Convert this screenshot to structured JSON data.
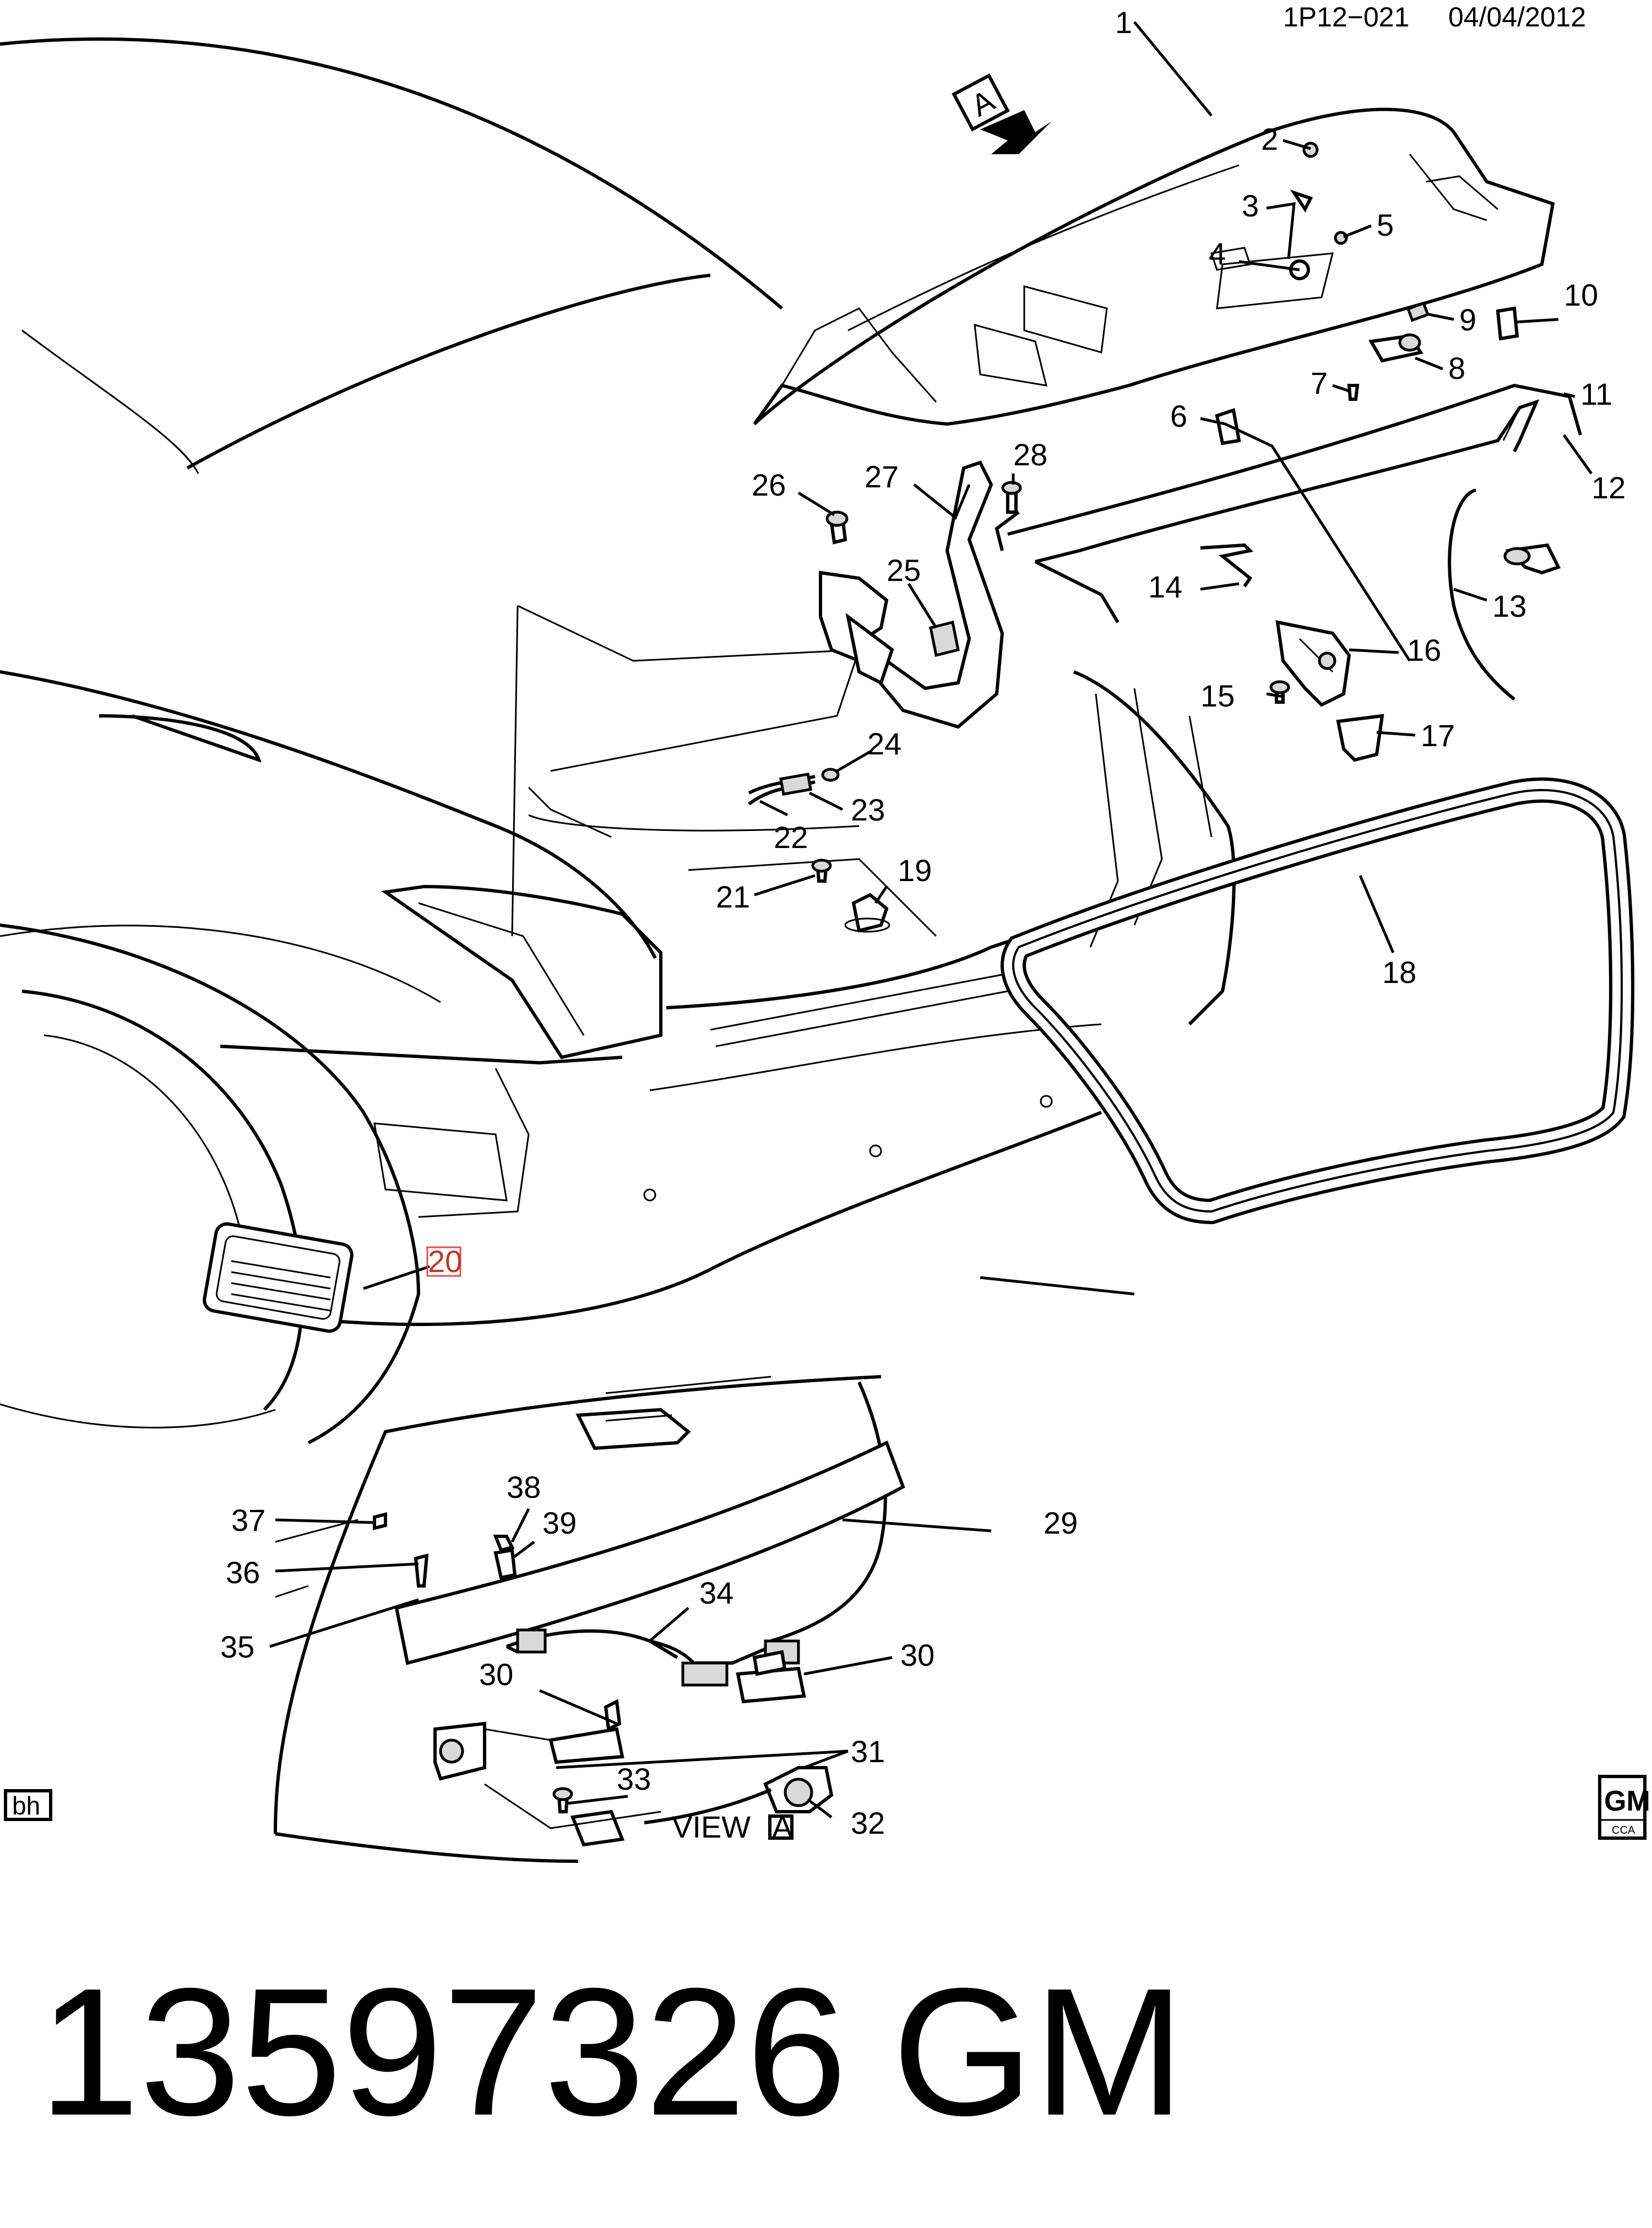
{
  "header": {
    "illustration_code": "1P12−021",
    "date": "04/04/2012"
  },
  "view_marker": "A",
  "view_caption": {
    "text": "VIEW",
    "marker": "A"
  },
  "highlighted_callout": "20",
  "callouts": [
    "1",
    "2",
    "3",
    "4",
    "5",
    "6",
    "7",
    "8",
    "9",
    "10",
    "11",
    "12",
    "13",
    "14",
    "15",
    "16",
    "17",
    "18",
    "19",
    "20",
    "21",
    "22",
    "23",
    "24",
    "25",
    "26",
    "27",
    "28",
    "29",
    "30",
    "31",
    "32",
    "33",
    "34",
    "35",
    "36",
    "37",
    "38",
    "39"
  ],
  "callout_30_second": "30",
  "corner_badge": "bh",
  "logo": {
    "brand": "GM",
    "sub": "CCA",
    "icon": "gm-cca-logo-icon"
  },
  "part_number": {
    "number": "13597326",
    "brand": "GM"
  },
  "icons": {
    "view_arrow": "view-direction-arrow-icon"
  }
}
